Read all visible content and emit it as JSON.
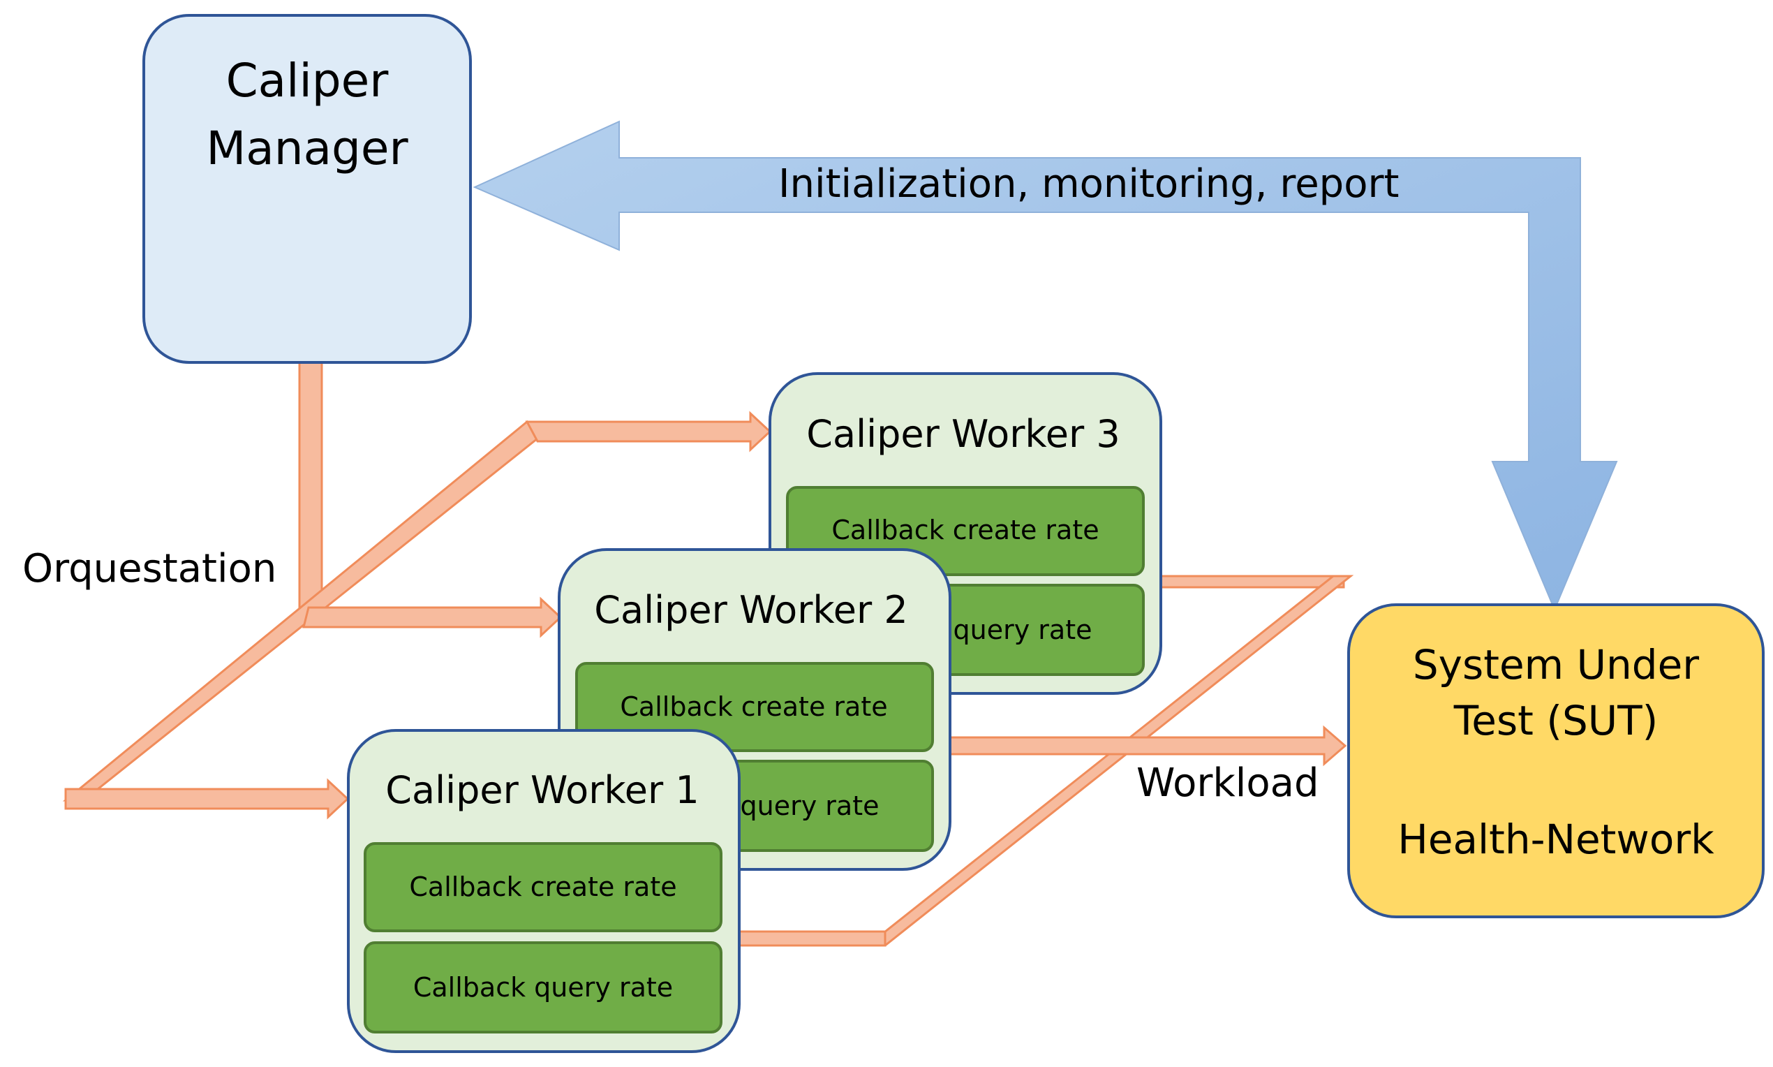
{
  "manager": {
    "title_line1": "Caliper",
    "title_line2": "Manager"
  },
  "feedback_arrow": {
    "label": "Initialization, monitoring, report"
  },
  "orchestration": {
    "label": "Orquestation"
  },
  "workload": {
    "label": "Workload"
  },
  "workers": [
    {
      "title": "Caliper Worker 3",
      "bar1": "Callback create  rate",
      "bar2": "query rate"
    },
    {
      "title": "Caliper Worker 2",
      "bar1": "Callback create  rate",
      "bar2": "query rate"
    },
    {
      "title": "Caliper Worker 1",
      "bar1": "Callback create  rate",
      "bar2": "Callback query rate"
    }
  ],
  "sut": {
    "line1": "System Under",
    "line2": "Test (SUT)",
    "line3": "Health-Network"
  },
  "colors": {
    "manager_fill": "#DEEBF7",
    "box_stroke": "#2F5597",
    "worker_fill": "#E2EFDA",
    "bar_fill": "#70AD47",
    "bar_stroke": "#507E32",
    "sut_fill": "#FFD966",
    "blue_arrow": "#9DC3E6",
    "orange_arrow": "#F4B183",
    "orange_edge": "#F08C5A"
  }
}
